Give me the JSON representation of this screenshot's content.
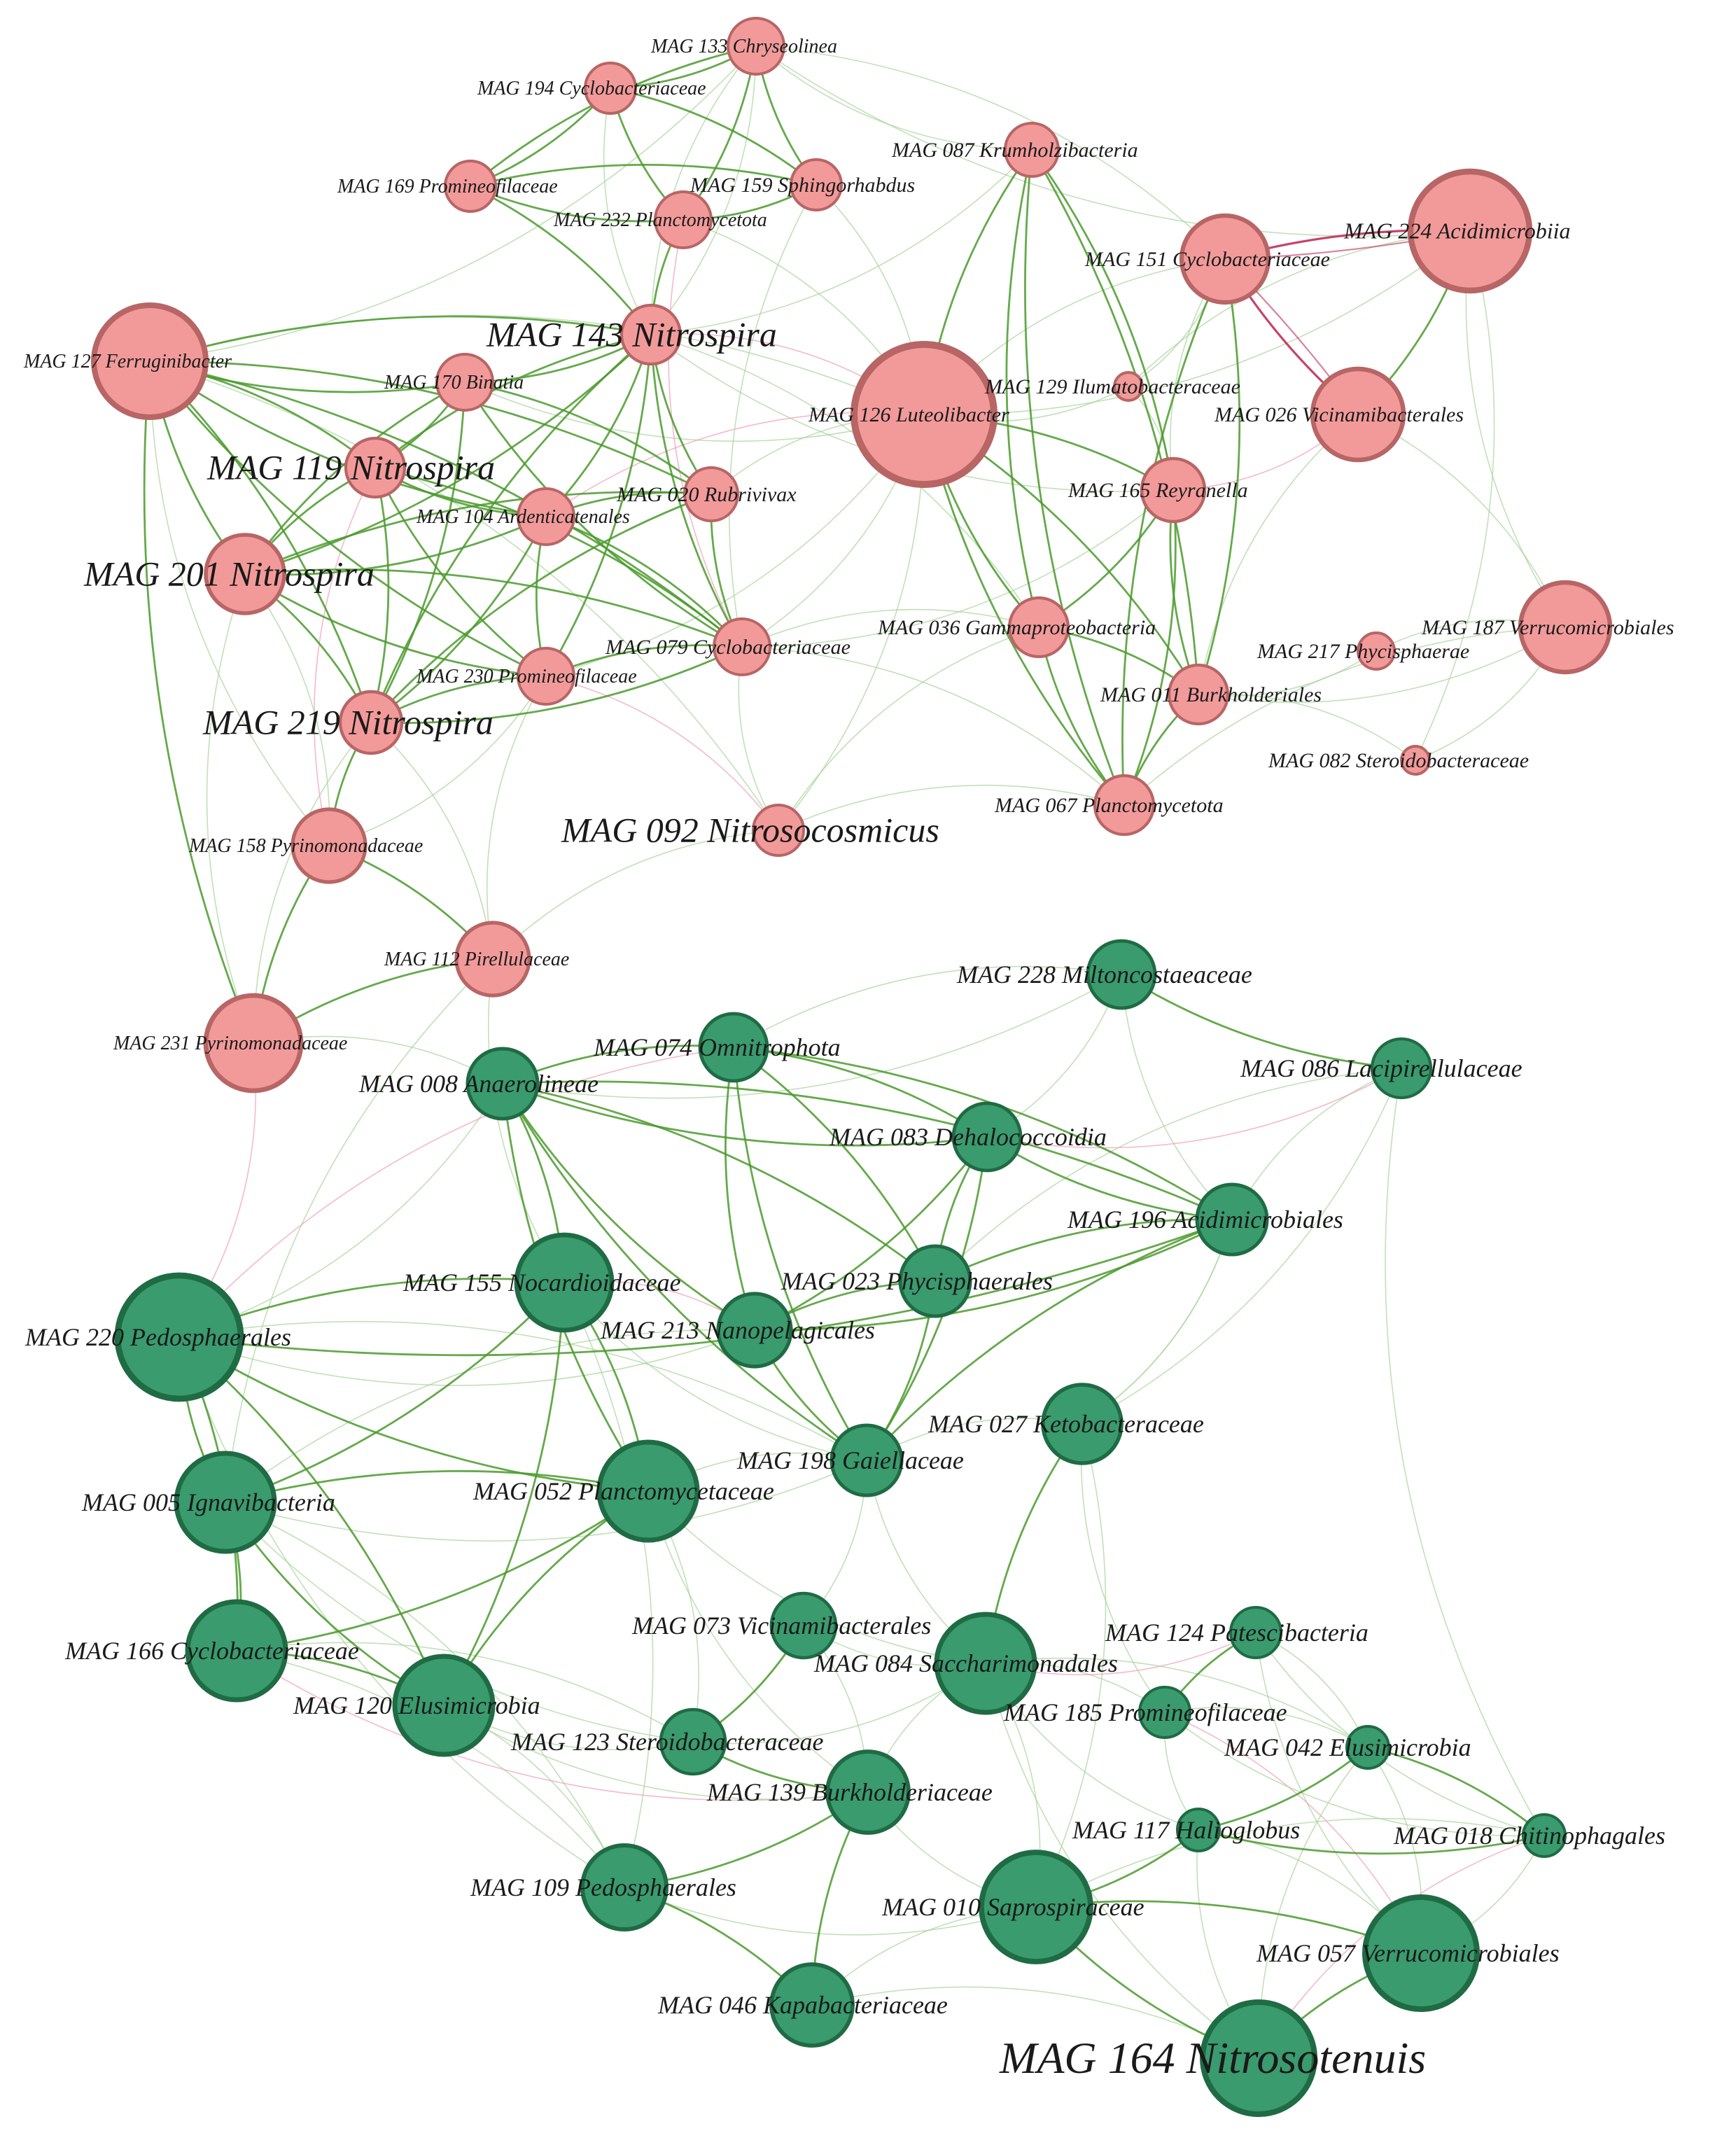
{
  "colors": {
    "red_fill": "#f29a9a",
    "red_stroke": "#b86565",
    "green_fill": "#3a9b6e",
    "green_stroke": "#1f6b44",
    "edge_positive": "#4a9a2c",
    "edge_positive_light": "#a8d39a",
    "edge_negative": "#c0305a",
    "edge_negative_light": "#ef9bb8"
  },
  "modules": [
    {
      "name": "",
      "color": "red",
      "nodes": [
        {
          "id": "MAG 133",
          "taxon": "Chryseolinea",
          "label": "MAG 133 Chryseolinea"
        },
        {
          "id": "MAG 194",
          "taxon": "Cyclobacteriaceae",
          "label": "MAG 194 Cyclobacteriaceae"
        },
        {
          "id": "MAG 087",
          "taxon": "Krumholzibacteria",
          "label": "MAG 087 Krumholzibacteria"
        },
        {
          "id": "MAG 169",
          "taxon": "Promineofilaceae",
          "label": "MAG 169 Promineofilaceae"
        },
        {
          "id": "MAG 159",
          "taxon": "Sphingorhabdus",
          "label": "MAG 159 Sphingorhabdus"
        },
        {
          "id": "MAG 232",
          "taxon": "Planctomycetota",
          "label": "MAG 232 Planctomycetota"
        },
        {
          "id": "MAG 224",
          "taxon": "Acidimicrobiia",
          "label": "MAG 224 Acidimicrobiia"
        },
        {
          "id": "MAG 151",
          "taxon": "Cyclobacteriaceae",
          "label": "MAG 151 Cyclobacteriaceae"
        },
        {
          "id": "MAG 143",
          "taxon": "Nitrospira",
          "label": "MAG 143 Nitrospira"
        },
        {
          "id": "MAG 127",
          "taxon": "Ferruginibacter",
          "label": "MAG 127 Ferruginibacter"
        },
        {
          "id": "MAG 170",
          "taxon": "Binatia",
          "label": "MAG 170 Binatia"
        },
        {
          "id": "MAG 129",
          "taxon": "Ilumatobacteraceae",
          "label": "MAG 129 Ilumatobacteraceae"
        },
        {
          "id": "MAG 126",
          "taxon": "Luteolibacter",
          "label": "MAG 126 Luteolibacter"
        },
        {
          "id": "MAG 026",
          "taxon": "Vicinamibacterales",
          "label": "MAG 026 Vicinamibacterales"
        },
        {
          "id": "MAG 119",
          "taxon": "Nitrospira",
          "label": "MAG 119 Nitrospira"
        },
        {
          "id": "MAG 020",
          "taxon": "Rubrivivax",
          "label": "MAG 020 Rubrivivax"
        },
        {
          "id": "MAG 165",
          "taxon": "Reyranella",
          "label": "MAG 165 Reyranella"
        },
        {
          "id": "MAG 104",
          "taxon": "Ardenticatenales",
          "label": "MAG 104 Ardenticatenales"
        },
        {
          "id": "MAG 201",
          "taxon": "Nitrospira",
          "label": "MAG 201 Nitrospira"
        },
        {
          "id": "MAG 036",
          "taxon": "Gammaproteobacteria",
          "label": "MAG 036 Gammaproteobacteria"
        },
        {
          "id": "MAG 187",
          "taxon": "Verrucomicrobiales",
          "label": "MAG 187 Verrucomicrobiales"
        },
        {
          "id": "MAG 079",
          "taxon": "Cyclobacteriaceae",
          "label": "MAG 079 Cyclobacteriaceae"
        },
        {
          "id": "MAG 217",
          "taxon": "Phycisphaerae",
          "label": "MAG 217 Phycisphaerae"
        },
        {
          "id": "MAG 230",
          "taxon": "Promineofilaceae",
          "label": "MAG 230 Promineofilaceae"
        },
        {
          "id": "MAG 011",
          "taxon": "Burkholderiales",
          "label": "MAG 011 Burkholderiales"
        },
        {
          "id": "MAG 219",
          "taxon": "Nitrospira",
          "label": "MAG 219 Nitrospira"
        },
        {
          "id": "MAG 082",
          "taxon": "Steroidobacteraceae",
          "label": "MAG 082 Steroidobacteraceae"
        },
        {
          "id": "MAG 067",
          "taxon": "Planctomycetota",
          "label": "MAG 067 Planctomycetota"
        },
        {
          "id": "MAG 092",
          "taxon": "Nitrosocosmicus",
          "label": "MAG 092 Nitrosocosmicus"
        },
        {
          "id": "MAG 158",
          "taxon": "Pyrinomonadaceae",
          "label": "MAG 158 Pyrinomonadaceae"
        },
        {
          "id": "MAG 112",
          "taxon": "Pirellulaceae",
          "label": "MAG 112 Pirellulaceae"
        },
        {
          "id": "MAG 231",
          "taxon": "Pyrinomonadaceae",
          "label": "MAG 231 Pyrinomonadaceae"
        }
      ]
    },
    {
      "name": "",
      "color": "green",
      "nodes": [
        {
          "id": "MAG 228",
          "taxon": "Miltoncostaeaceae",
          "label": "MAG 228 Miltoncostaeaceae"
        },
        {
          "id": "MAG 074",
          "taxon": "Omnitrophota",
          "label": "MAG 074 Omnitrophota"
        },
        {
          "id": "MAG 086",
          "taxon": "Lacipirellulaceae",
          "label": "MAG 086 Lacipirellulaceae"
        },
        {
          "id": "MAG 008",
          "taxon": "Anaerolineae",
          "label": "MAG 008 Anaerolineae"
        },
        {
          "id": "MAG 083",
          "taxon": "Dehalococcoidia",
          "label": "MAG 083 Dehalococcoidia"
        },
        {
          "id": "MAG 196",
          "taxon": "Acidimicrobiales",
          "label": "MAG 196 Acidimicrobiales"
        },
        {
          "id": "MAG 155",
          "taxon": "Nocardioidaceae",
          "label": "MAG 155 Nocardioidaceae"
        },
        {
          "id": "MAG 023",
          "taxon": "Phycisphaerales",
          "label": "MAG 023 Phycisphaerales"
        },
        {
          "id": "MAG 220",
          "taxon": "Pedosphaerales",
          "label": "MAG 220 Pedosphaerales"
        },
        {
          "id": "MAG 213",
          "taxon": "Nanopelagicales",
          "label": "MAG 213 Nanopelagicales"
        },
        {
          "id": "MAG 027",
          "taxon": "Ketobacteraceae",
          "label": "MAG 027 Ketobacteraceae"
        },
        {
          "id": "MAG 198",
          "taxon": "Gaiellaceae",
          "label": "MAG 198 Gaiellaceae"
        },
        {
          "id": "MAG 005",
          "taxon": "Ignavibacteria",
          "label": "MAG 005 Ignavibacteria"
        },
        {
          "id": "MAG 052",
          "taxon": "Planctomycetaceae",
          "label": "MAG 052 Planctomycetaceae"
        },
        {
          "id": "MAG 073",
          "taxon": "Vicinamibacterales",
          "label": "MAG 073 Vicinamibacterales"
        },
        {
          "id": "MAG 124",
          "taxon": "Patescibacteria",
          "label": "MAG 124 Patescibacteria"
        },
        {
          "id": "MAG 166",
          "taxon": "Cyclobacteriaceae",
          "label": "MAG 166 Cyclobacteriaceae"
        },
        {
          "id": "MAG 084",
          "taxon": "Saccharimonadales",
          "label": "MAG 084 Saccharimonadales"
        },
        {
          "id": "MAG 120",
          "taxon": "Elusimicrobia",
          "label": "MAG 120 Elusimicrobia"
        },
        {
          "id": "MAG 185",
          "taxon": "Promineofilaceae",
          "label": "MAG 185 Promineofilaceae"
        },
        {
          "id": "MAG 123",
          "taxon": "Steroidobacteraceae",
          "label": "MAG 123 Steroidobacteraceae"
        },
        {
          "id": "MAG 042",
          "taxon": "Elusimicrobia",
          "label": "MAG 042 Elusimicrobia"
        },
        {
          "id": "MAG 139",
          "taxon": "Burkholderiaceae",
          "label": "MAG 139 Burkholderiaceae"
        },
        {
          "id": "MAG 117",
          "taxon": "Halioglobus",
          "label": "MAG 117 Halioglobus"
        },
        {
          "id": "MAG 018",
          "taxon": "Chitinophagales",
          "label": "MAG 018 Chitinophagales"
        },
        {
          "id": "MAG 109",
          "taxon": "Pedosphaerales",
          "label": "MAG 109 Pedosphaerales"
        },
        {
          "id": "MAG 010",
          "taxon": "Saprospiraceae",
          "label": "MAG 010 Saprospiraceae"
        },
        {
          "id": "MAG 057",
          "taxon": "Verrucomicrobiales",
          "label": "MAG 057 Verrucomicrobiales"
        },
        {
          "id": "MAG 046",
          "taxon": "Kapabacteriaceae",
          "label": "MAG 046 Kapabacteriaceae"
        },
        {
          "id": "MAG 164",
          "taxon": "Nitrosotenuis",
          "label": "MAG 164 Nitrosotenuis"
        }
      ]
    }
  ]
}
